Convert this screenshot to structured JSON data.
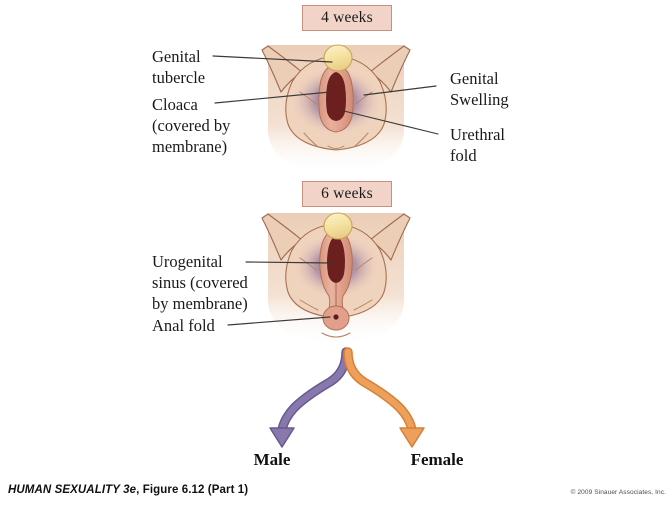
{
  "figure": {
    "footer_title_italic": "HUMAN SEXUALITY 3e",
    "footer_title_rest": ", Figure 6.12 (Part 1)",
    "copyright": "© 2009 Sinauer Associates, Inc."
  },
  "stages": [
    {
      "id": "four-weeks",
      "label": "4 weeks"
    },
    {
      "id": "six-weeks",
      "label": "6 weeks"
    }
  ],
  "labels": {
    "genital_tubercle": "Genital\ntubercle",
    "cloaca": "Cloaca\n(covered by\nmembrane)",
    "genital_swelling": "Genital\nSwelling",
    "urethral_fold": "Urethral\nfold",
    "urogenital_sinus": "Urogenital\nsinus (covered\nby membrane)",
    "anal_fold": "Anal fold"
  },
  "outcomes": [
    {
      "id": "male",
      "label": "Male",
      "color": "#7b6a9e"
    },
    {
      "id": "female",
      "label": "Female",
      "color": "#e8924a"
    }
  ],
  "colors": {
    "stage_box_fill": "#f2d3c8",
    "stage_box_border": "#c98f80",
    "flesh": "#f0d3bd",
    "flesh_outline": "#9c6a4e",
    "tubercle": "#f5e3a0",
    "swelling_purple": "#7b5f8c",
    "fold_salmon": "#e2a08c",
    "cloaca_dark": "#6b1f1f",
    "leader_line": "#3a3a3a",
    "male_arrow": "#7b6a9e",
    "female_arrow": "#e8924a"
  }
}
